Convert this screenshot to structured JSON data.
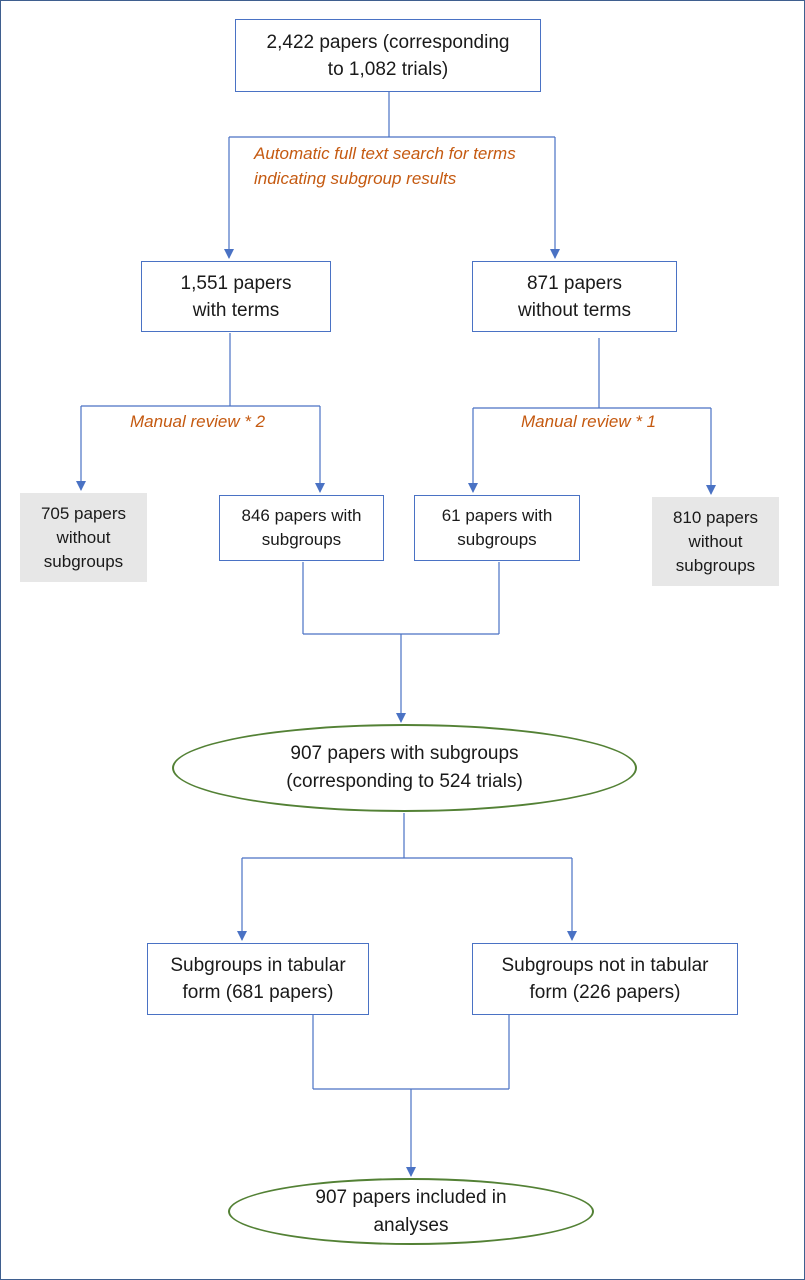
{
  "nodes": {
    "start": "2,422 papers (corresponding\nto 1,082 trials)",
    "with_terms": "1,551 papers\nwith terms",
    "without_terms": "871 papers\nwithout terms",
    "excluded_left": "705 papers\nwithout\nsubgroups",
    "subgroups_left": "846 papers with\nsubgroups",
    "subgroups_right": "61 papers with\nsubgroups",
    "excluded_right": "810 papers\nwithout\nsubgroups",
    "combined": "907 papers with subgroups\n(corresponding to 524 trials)",
    "tabular": "Subgroups in tabular\nform (681 papers)",
    "not_tabular": "Subgroups not in tabular\nform (226 papers)",
    "final": "907  papers included in\nanalyses"
  },
  "annotations": {
    "search": "Automatic full text search for terms\nindicating subgroup results",
    "review_left": "Manual review * 2",
    "review_right": "Manual review * 1"
  },
  "colors": {
    "box_border": "#4a72c4",
    "connector": "#4a72c4",
    "oval_border": "#538135",
    "annotation": "#c55a11",
    "excluded_fill": "#e7e7e7"
  }
}
